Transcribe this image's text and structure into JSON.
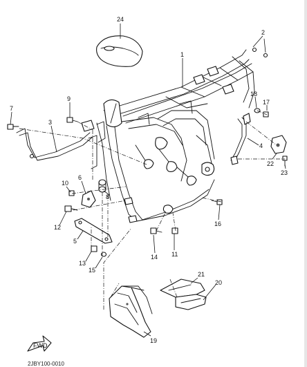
{
  "callouts": [
    "24",
    "2",
    "1",
    "18",
    "17",
    "9",
    "7",
    "3",
    "4",
    "22",
    "23",
    "10",
    "6",
    "8",
    "12",
    "5",
    "13",
    "15",
    "16",
    "14",
    "11",
    "21",
    "20",
    "19"
  ],
  "front_arrow_label": "FWD",
  "doc_code": "2JBY100-0010",
  "colors": {
    "ink": "#111111",
    "paper": "#ffffff"
  }
}
